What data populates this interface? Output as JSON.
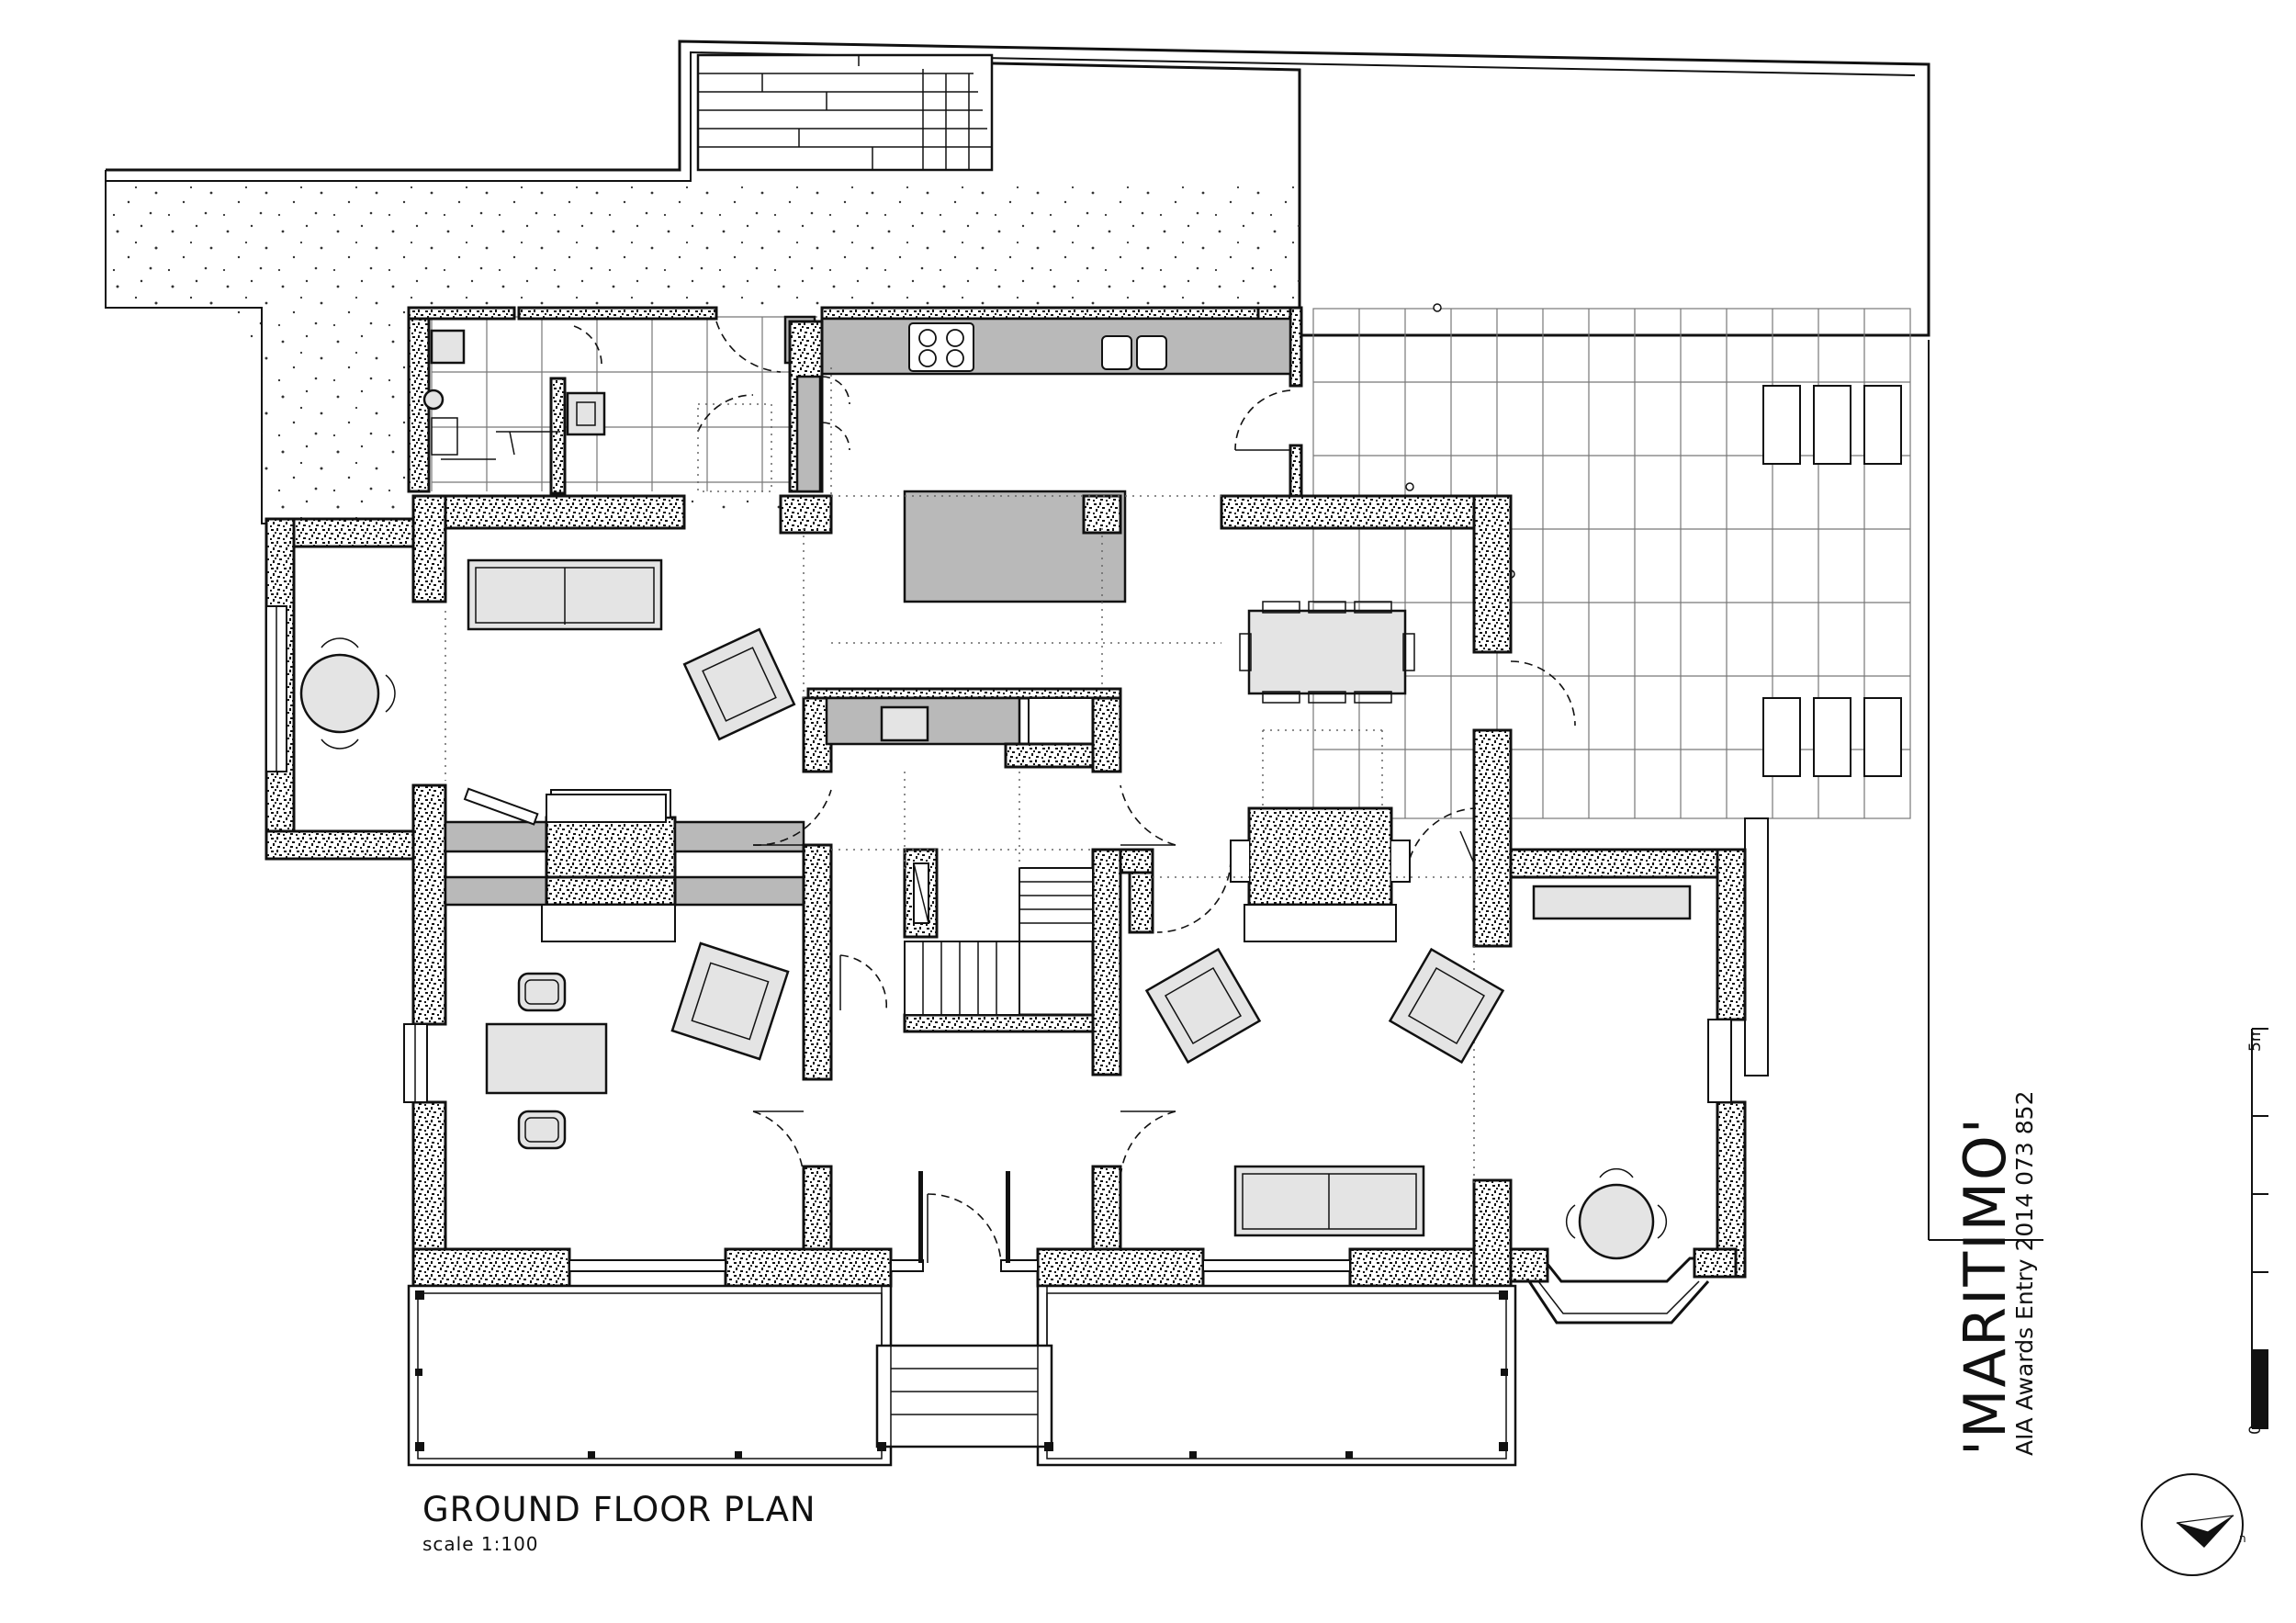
{
  "drawing": {
    "title": "GROUND FLOOR PLAN",
    "scale": "scale 1:100"
  },
  "project": {
    "name": "'MARITIMO'",
    "entry": "AIA Awards Entry 2014 073 852"
  },
  "scale_bar": {
    "start_label": "0",
    "end_label": "5m"
  },
  "north_arrow": {
    "label": "n"
  },
  "colors": {
    "line": "#111111",
    "counter_fill": "#b9b9b9",
    "furniture_fill": "#e4e4e4"
  }
}
